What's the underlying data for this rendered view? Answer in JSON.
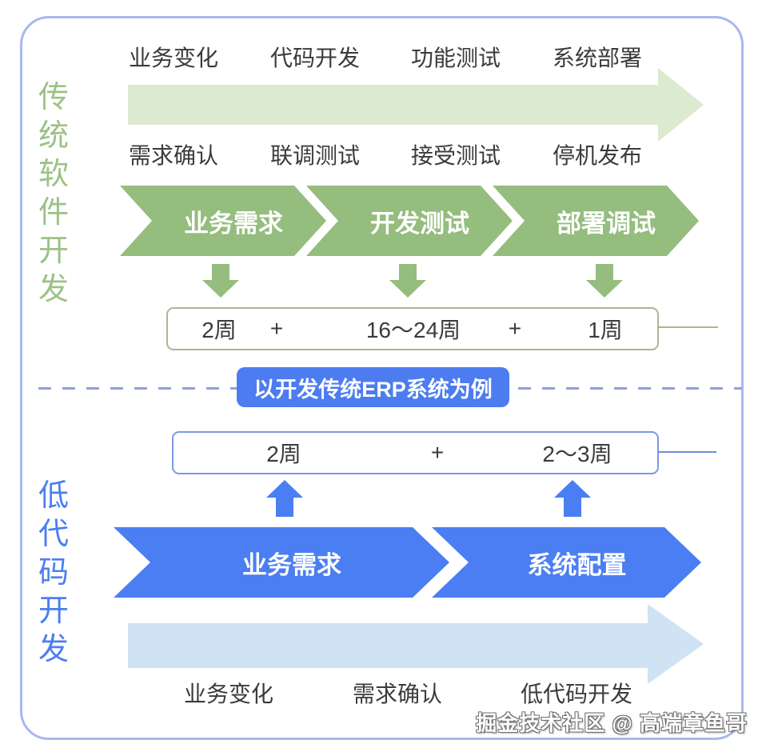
{
  "colors": {
    "frame_border": "#a9b8ee",
    "green_dark": "#94bd7e",
    "green_light": "#dcead0",
    "green_text": "#9cc286",
    "blue_dark": "#4b7ef2",
    "blue_light": "#cfe3f4",
    "label_text": "#3b3b3b",
    "olive_border": "#b1b493",
    "blue_border": "#7c97e6"
  },
  "traditional": {
    "side_label": "传统软件开发",
    "top_labels": [
      "业务变化",
      "代码开发",
      "功能测试",
      "系统部署"
    ],
    "mid_labels": [
      "需求确认",
      "联调测试",
      "接受测试",
      "停机发布"
    ],
    "chevrons": [
      "业务需求",
      "开发测试",
      "部署调试"
    ],
    "durations": [
      "2周",
      "+",
      "16～24周",
      "+",
      "1周"
    ]
  },
  "divider": {
    "example_label": "以开发传统ERP系统为例"
  },
  "lowcode": {
    "side_label": "低代码开发",
    "durations": [
      "2周",
      "+",
      "2～3周"
    ],
    "chevrons": [
      "业务需求",
      "系统配置"
    ],
    "bottom_labels": [
      "业务变化",
      "需求确认",
      "低代码开发"
    ]
  },
  "watermark": "掘金技术社区 @ 高端章鱼哥"
}
